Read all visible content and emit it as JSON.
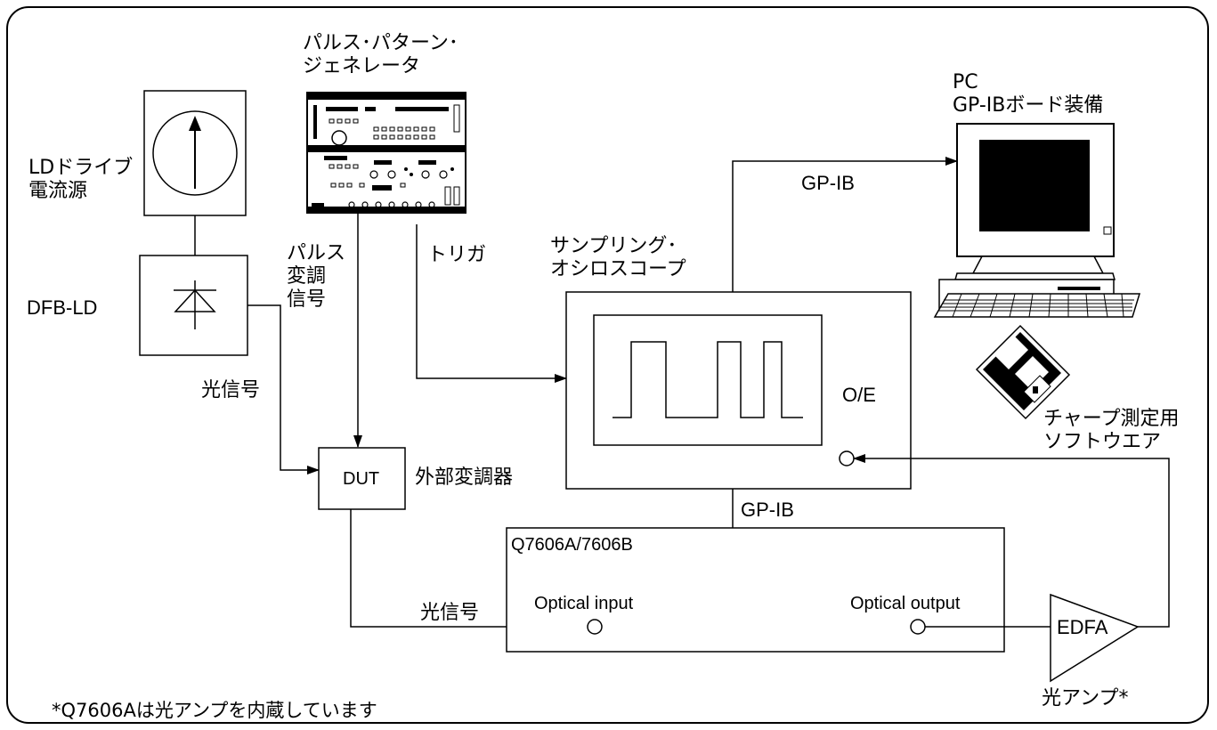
{
  "labels": {
    "pulse_generator": "パルス･パターン･\nジェネレータ",
    "ld_driver": "LDドライブ\n電流源",
    "dfb_ld": "DFB-LD",
    "optical_signal_1": "光信号",
    "optical_signal_2": "光信号",
    "pulse_modulation": "パルス\n変調\n信号",
    "trigger": "トリガ",
    "oscilloscope": "サンプリング･\nオシロスコープ",
    "gpib_top": "GP-IB",
    "gpib_mid": "GP-IB",
    "pc": "PC\nGP-IBボード装備",
    "dut": "DUT",
    "external_modulator": "外部変調器",
    "oe": "O/E",
    "chirp_software": "チャープ測定用\nソフトウエア",
    "analyzer_model": "Q7606A/7606B",
    "optical_input": "Optical input",
    "optical_output": "Optical output",
    "edfa": "EDFA",
    "optical_amp": "光アンプ*",
    "footnote": "*Q7606Aは光アンプを内蔵しています"
  },
  "colors": {
    "line": "#000000",
    "background": "#ffffff",
    "screen": "#000000"
  }
}
